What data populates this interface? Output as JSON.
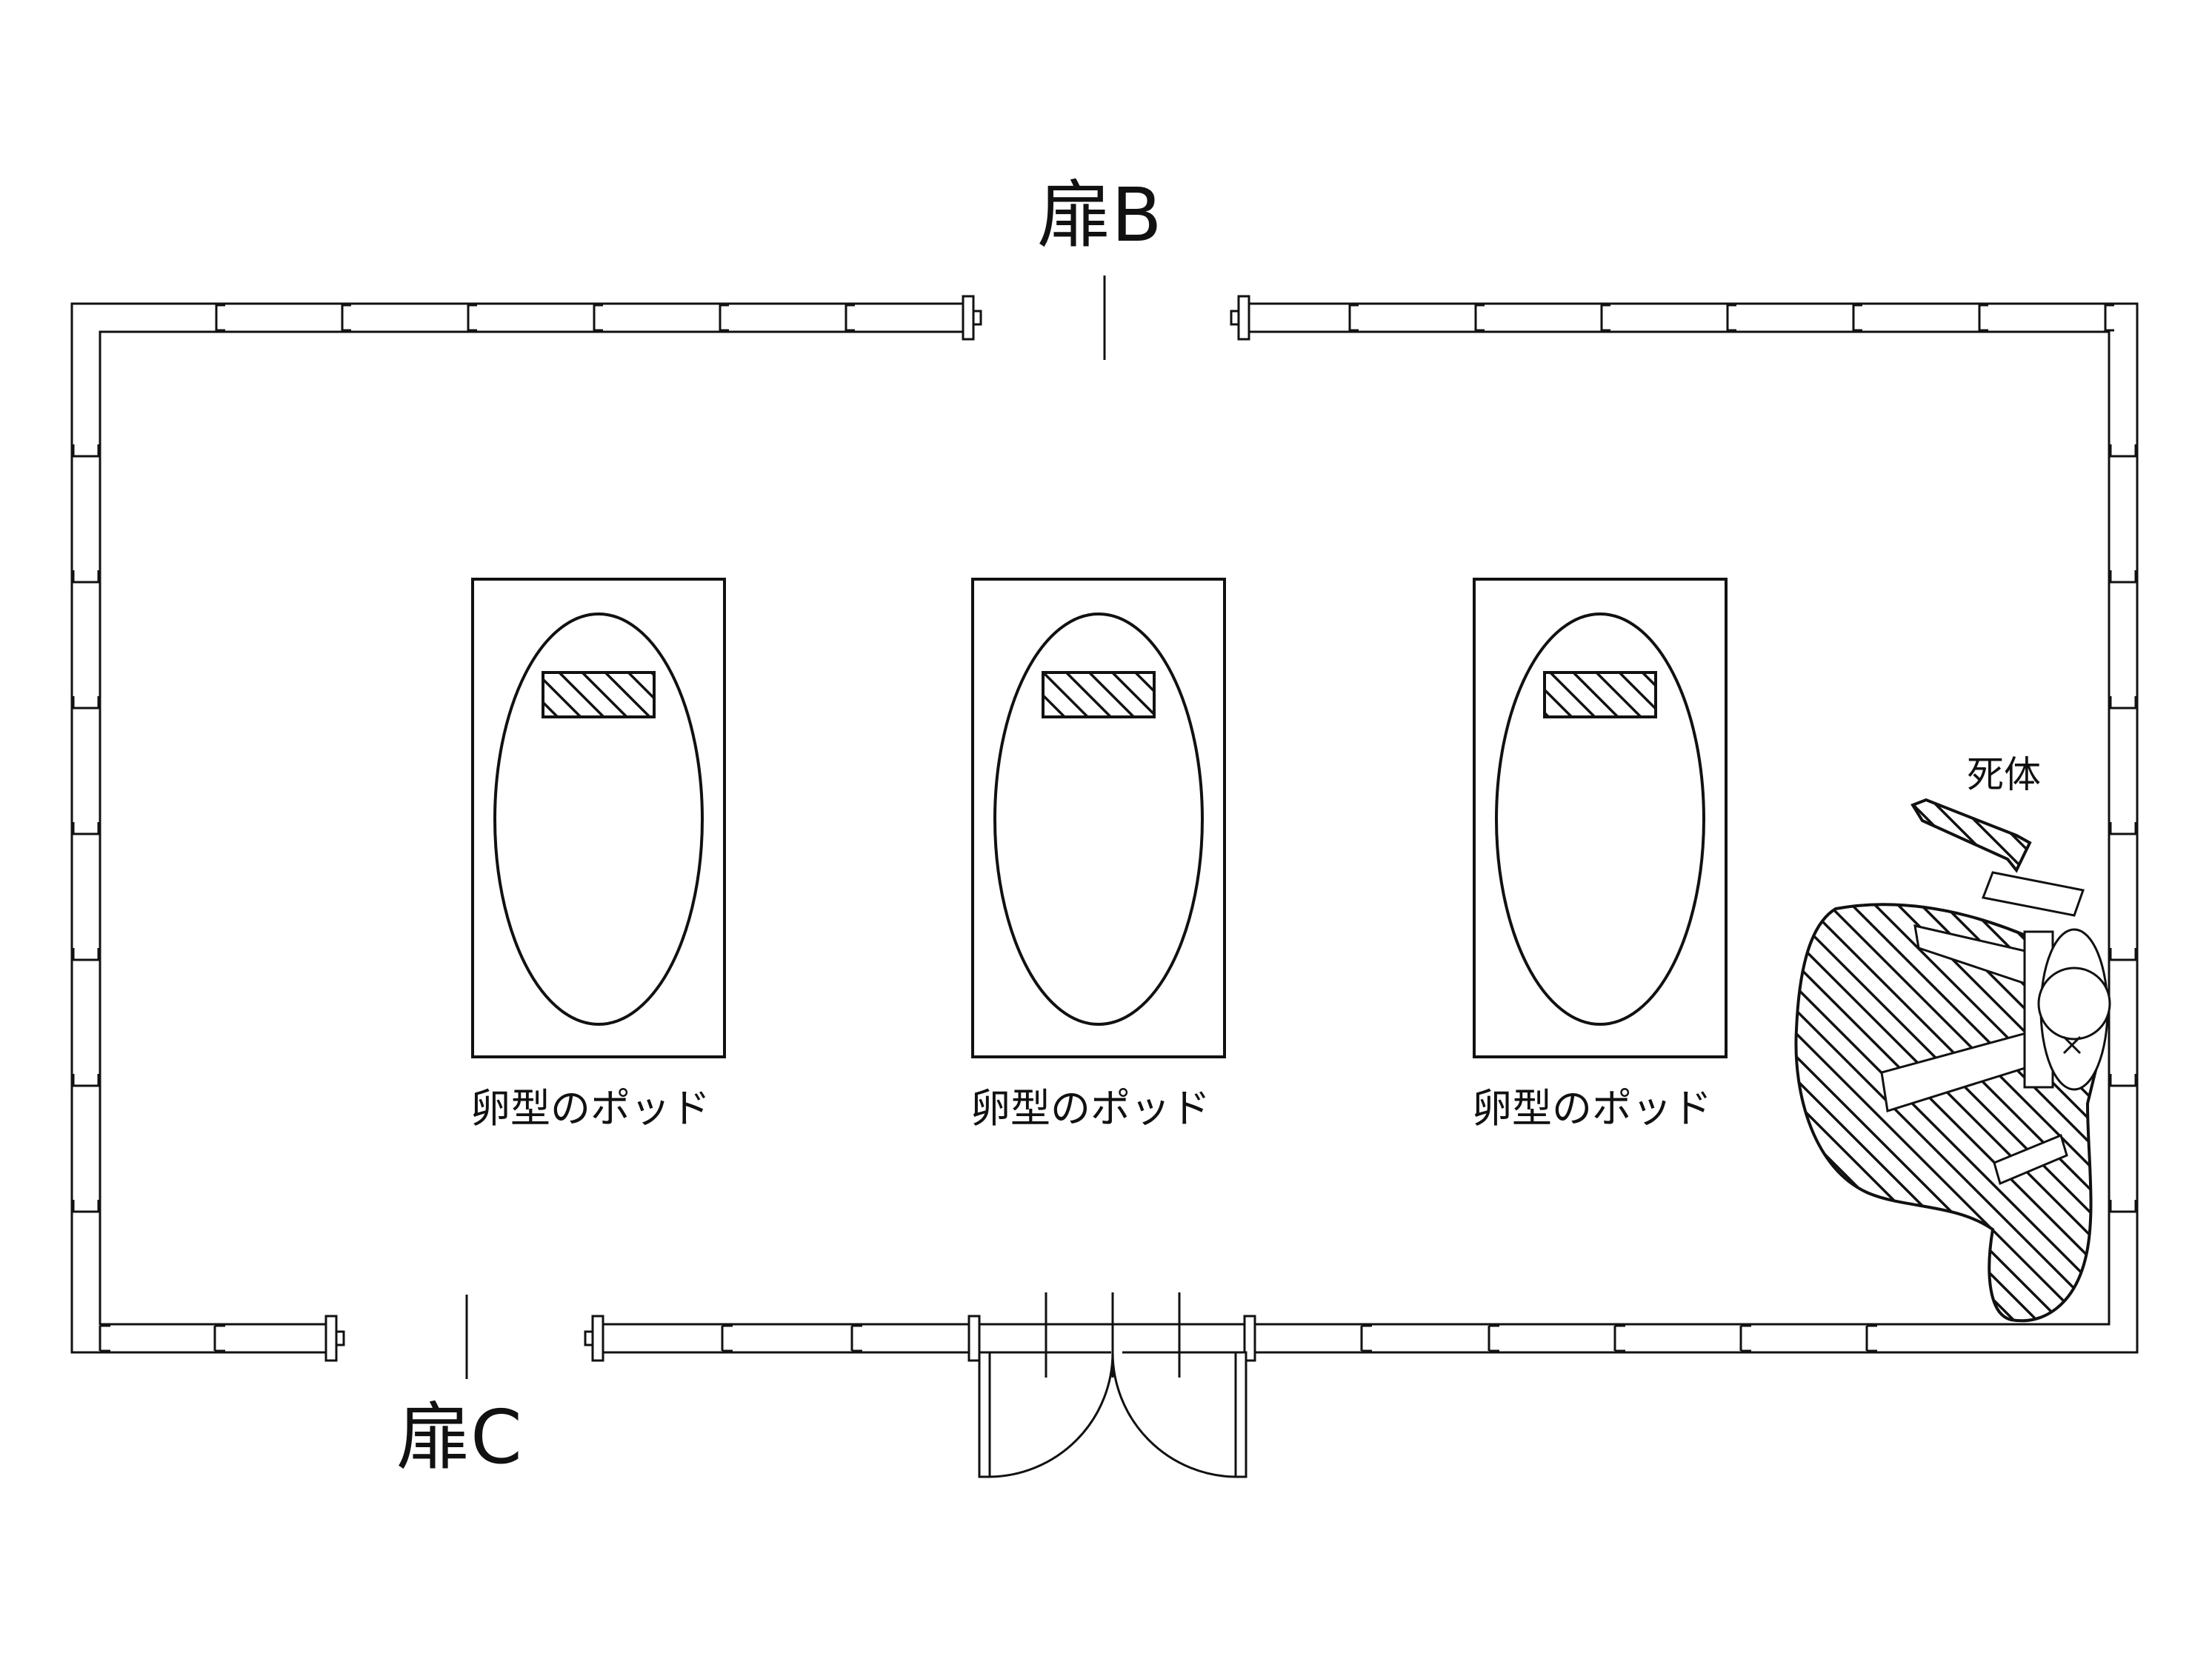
{
  "labels": {
    "door_b": "扉B",
    "door_c": "扉C",
    "corpse": "死体"
  },
  "pods": [
    {
      "label": "卵型のポッド"
    },
    {
      "label": "卵型のポッド"
    },
    {
      "label": "卵型のポッド"
    }
  ],
  "colors": {
    "line": "#111111",
    "background": "#ffffff"
  }
}
